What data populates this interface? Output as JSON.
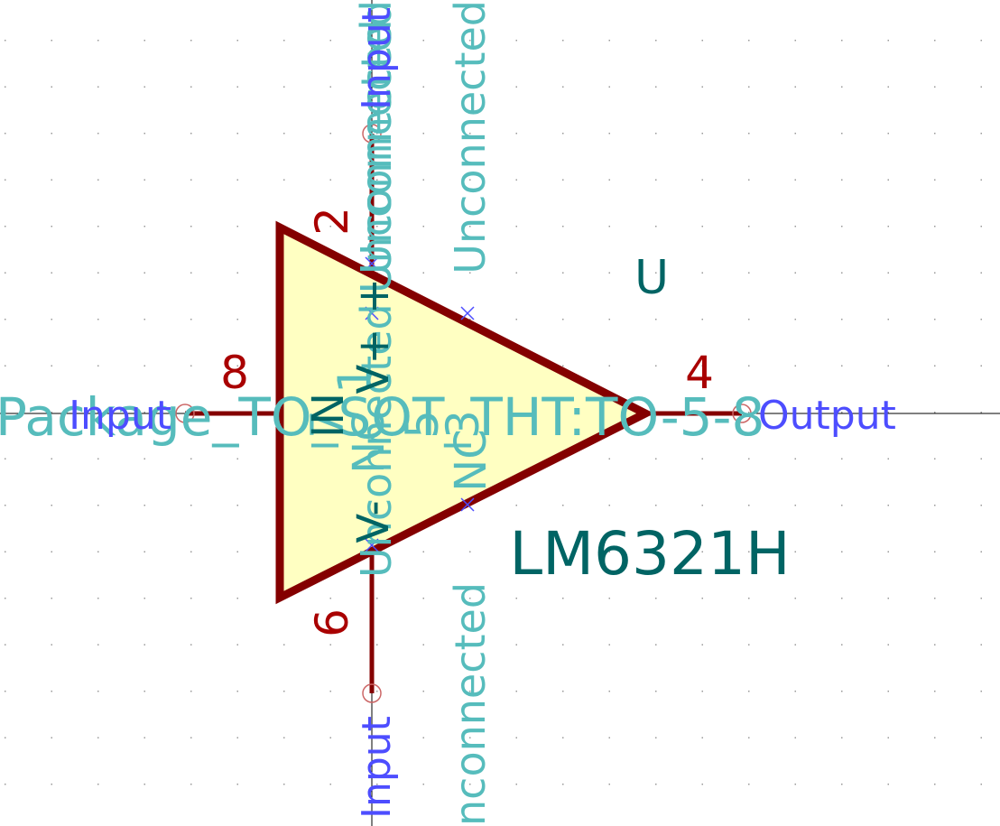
{
  "component": {
    "reference": "U",
    "value": "LM6321H",
    "footprint": "Package_TO_SOT_THT:TO-5-8",
    "body_fill": "#ffffc2",
    "outline_color": "#840000"
  },
  "pins": [
    {
      "number": "2",
      "name": "+",
      "type_label": "Input"
    },
    {
      "number": "6",
      "name": "V-",
      "type_label": "Input"
    },
    {
      "number": "8",
      "name": "IN",
      "type_label": "Input"
    },
    {
      "number": "4",
      "name": "",
      "type_label": "Output"
    },
    {
      "number": "7",
      "name": "V+",
      "type_label": "Power"
    },
    {
      "number": "1",
      "name": "NC",
      "type_label": "Unconnected"
    },
    {
      "number": "5",
      "name": "NC",
      "type_label": "Unconnected"
    },
    {
      "number": "3",
      "name": "NC",
      "type_label": "Unconnected"
    }
  ],
  "unconnected_texts": [
    "Unconnected",
    "Unconnected",
    "Unconnected",
    "nconnected",
    "Unconnected"
  ],
  "colors": {
    "pin_line": "#840000",
    "pin_number": "#a90000",
    "pin_name": "#006464",
    "hidden_text": "#56bcbc",
    "electrical_type": "#4d4dff",
    "grid_dot": "#9a9a9a",
    "axis": "#000000"
  }
}
